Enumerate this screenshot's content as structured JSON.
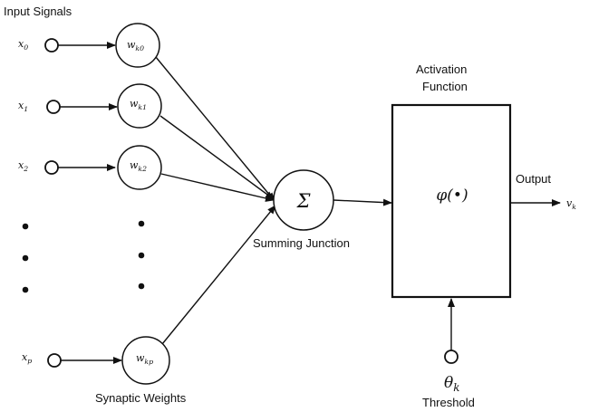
{
  "labels": {
    "input_signals": "Input Signals",
    "synaptic_weights": "Synaptic Weights",
    "summing_junction": "Summing Junction",
    "activation_line1": "Activation",
    "activation_line2": "Function",
    "output": "Output",
    "threshold": "Threshold"
  },
  "inputs": [
    {
      "sym": "x",
      "sub": "0"
    },
    {
      "sym": "x",
      "sub": "1"
    },
    {
      "sym": "x",
      "sub": "2"
    },
    {
      "sym": "x",
      "sub": "p"
    }
  ],
  "weights": [
    {
      "sym": "w",
      "sub": "k0"
    },
    {
      "sym": "w",
      "sub": "k1"
    },
    {
      "sym": "w",
      "sub": "k2"
    },
    {
      "sym": "w",
      "sub": "kp"
    }
  ],
  "sum_symbol": "Σ",
  "activation_symbol": "φ(•)",
  "output_symbol": {
    "sym": "v",
    "sub": "k"
  },
  "threshold_symbol": {
    "sym": "θ",
    "sub": "k"
  }
}
